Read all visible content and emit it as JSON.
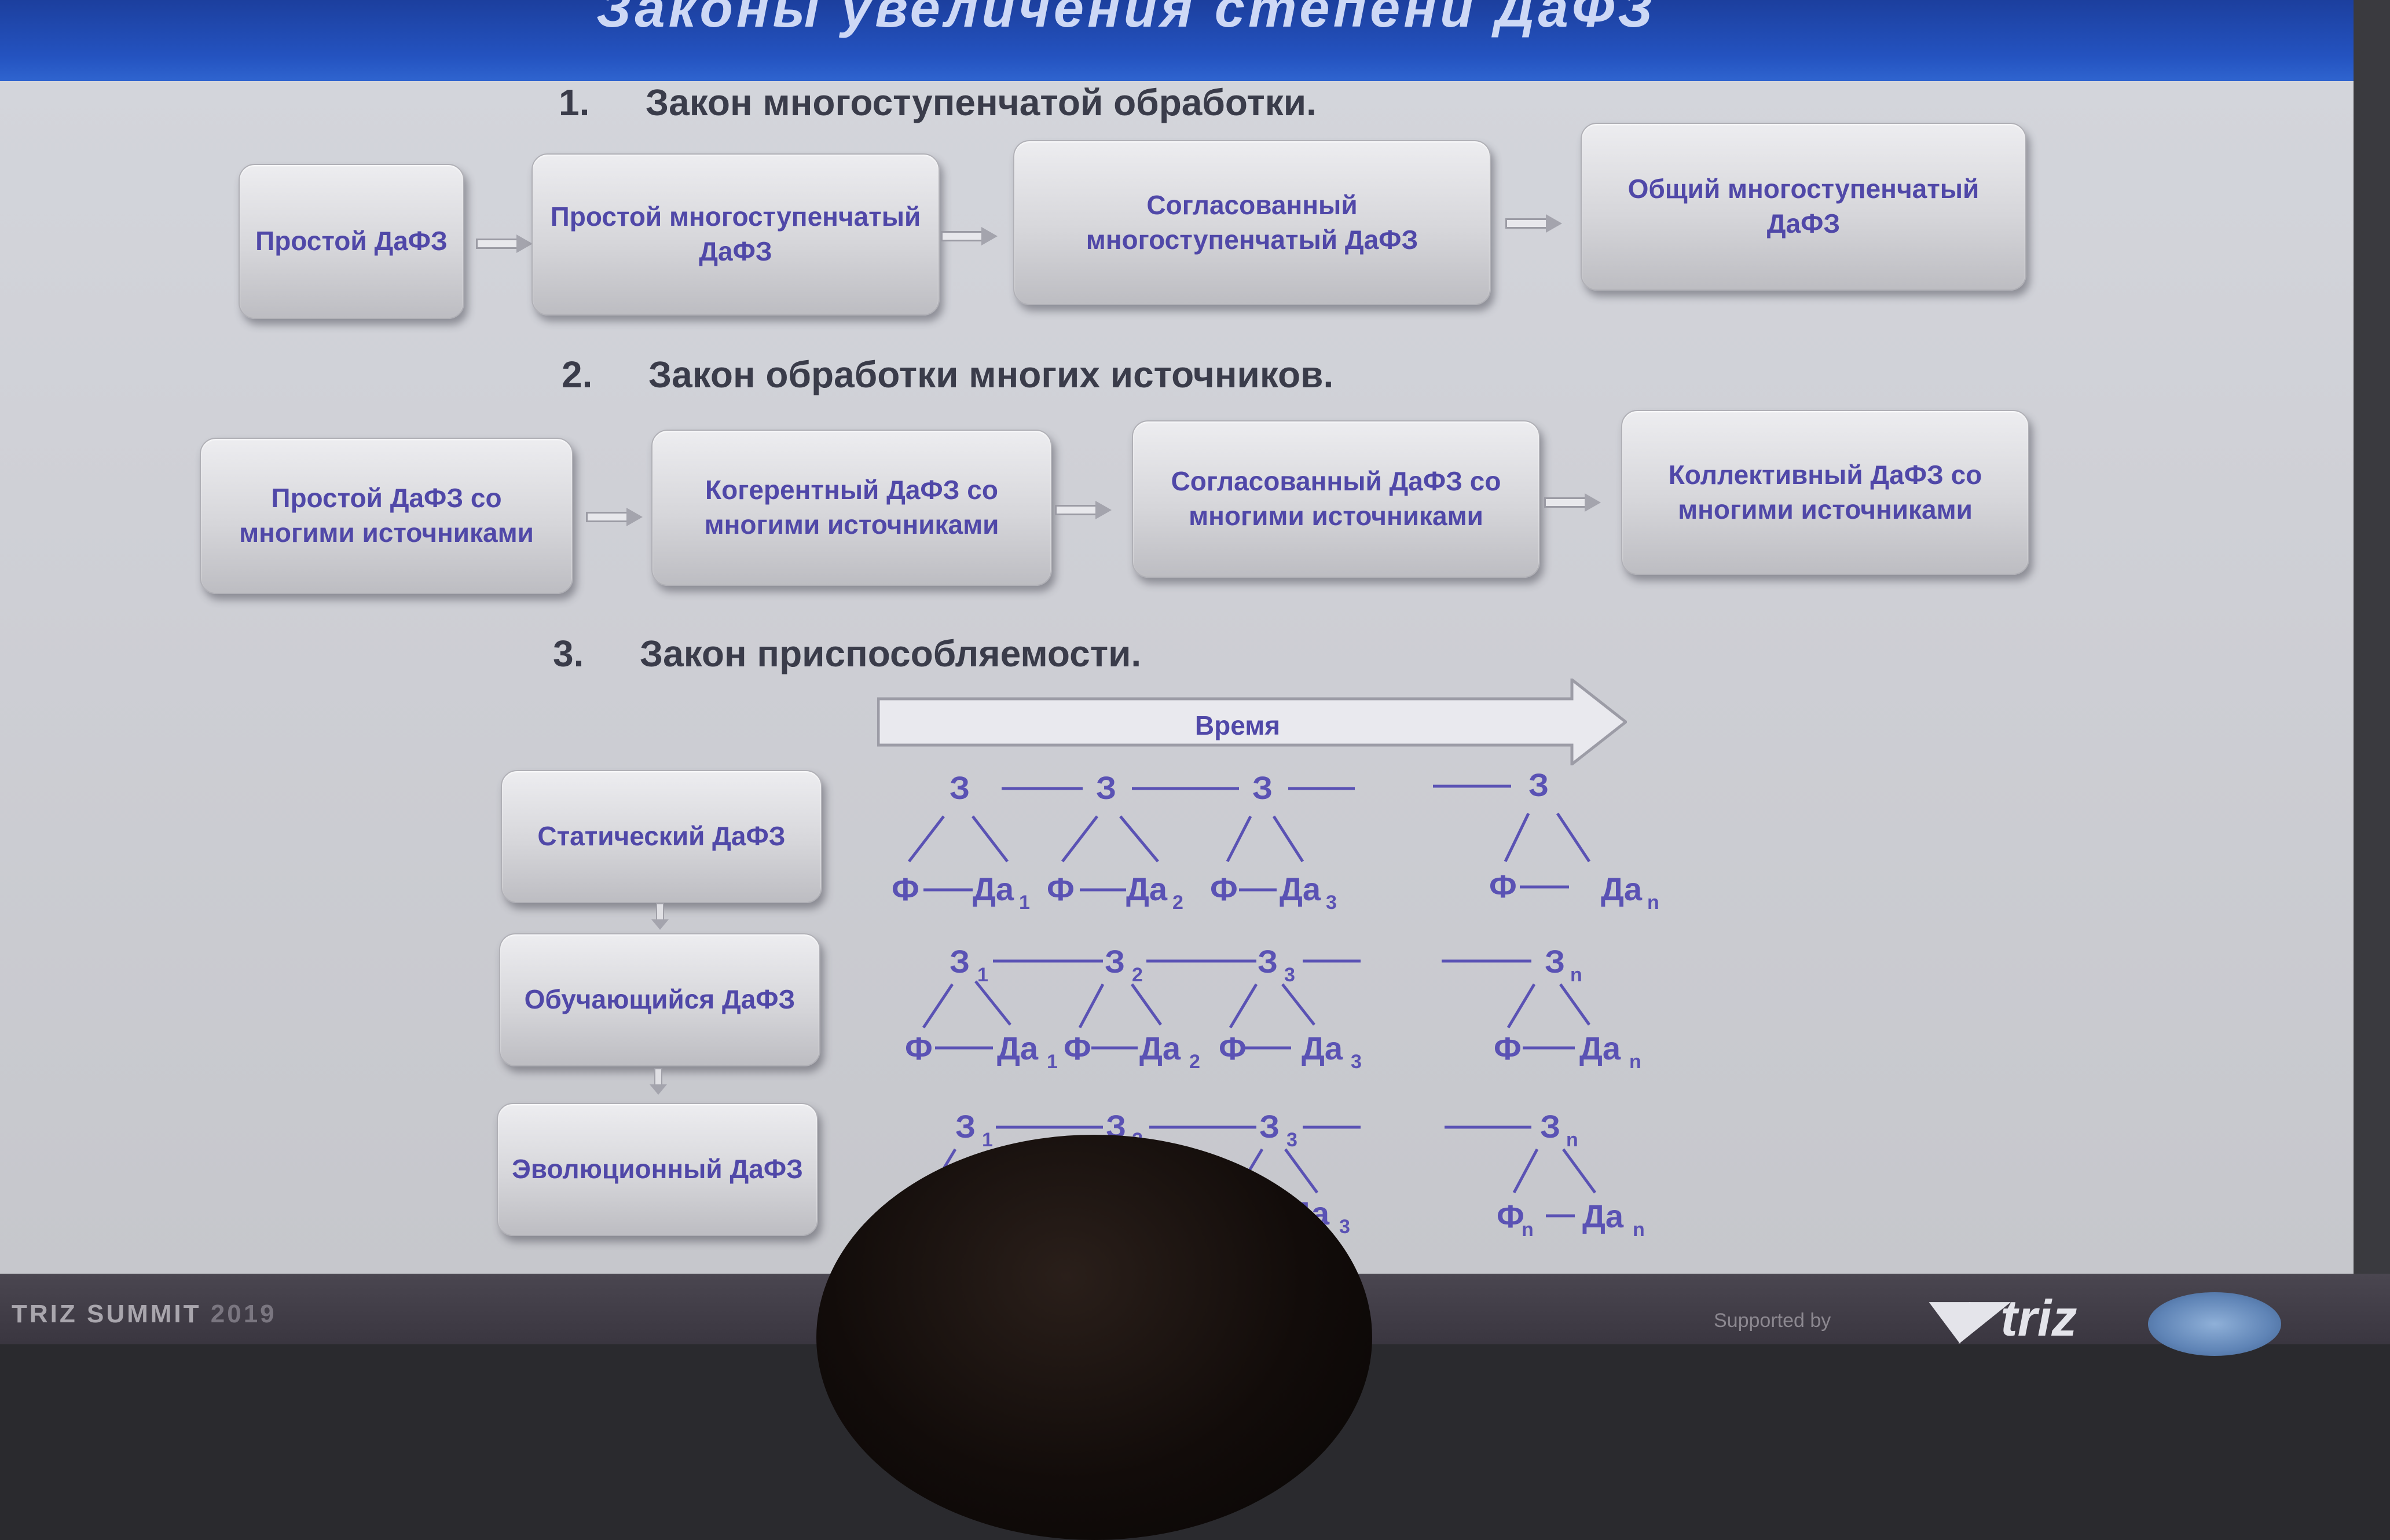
{
  "slide": {
    "title": "Законы увеличения степени ДаФЗ",
    "law1": {
      "num": "1.",
      "title": "Закон многоступенчатой обработки.",
      "boxes": [
        "Простой ДаФЗ",
        "Простой многоступенчатый ДаФЗ",
        "Согласованный многоступенчатый ДаФЗ",
        "Общий многоступенчатый ДаФЗ"
      ]
    },
    "law2": {
      "num": "2.",
      "title": "Закон обработки многих источников.",
      "boxes": [
        "Простой ДаФЗ со многими источниками",
        "Когерентный ДаФЗ со многими источниками",
        "Согласованный ДаФЗ со многими источниками",
        "Коллективный ДаФЗ со многими источниками"
      ]
    },
    "law3": {
      "num": "3.",
      "title": "Закон приспособляемости.",
      "time_label": "Время",
      "boxes": [
        "Статический ДаФЗ",
        "Обучающийся ДаФЗ",
        "Эволюционный ДаФЗ"
      ]
    }
  },
  "symbols": {
    "z": "З",
    "f": "Ф",
    "da": "Да",
    "sub1": "1",
    "sub2": "2",
    "sub3": "3",
    "subn": "n"
  },
  "footer": {
    "event": "TRIZ SUMMIT",
    "year": "2019",
    "supported": "Supported by",
    "logo": "triz"
  },
  "colors": {
    "title_bar": "#2453c0",
    "box_text": "#5048a8",
    "heading_text": "#3a3c4a"
  }
}
